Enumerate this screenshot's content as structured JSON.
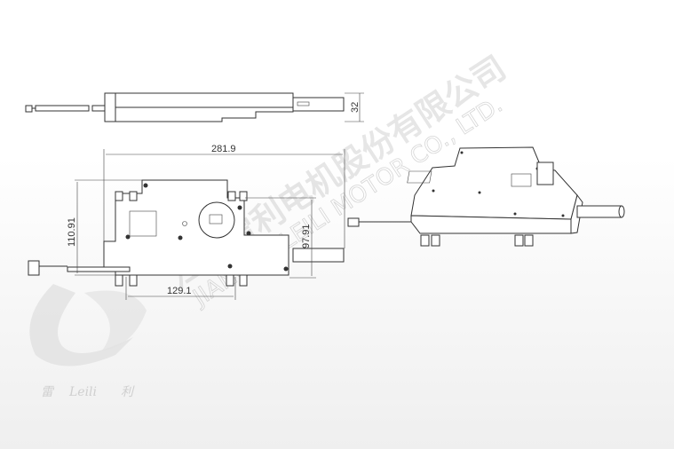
{
  "drawing": {
    "top_view": {
      "height_dim": "32"
    },
    "front_view": {
      "width_dim": "281.9",
      "left_height_dim": "110.91",
      "right_height_dim": "97.91",
      "mount_spacing_dim": "129.1"
    }
  },
  "watermark": {
    "company_cn": "江苏雷利电机股份有限公司",
    "company_en": "JIANGSU LEILI MOTOR CO., LTD."
  },
  "logo": {
    "left_char": "雷",
    "name": "Leili",
    "right_char": "利",
    "color": "#d0d0d0"
  }
}
